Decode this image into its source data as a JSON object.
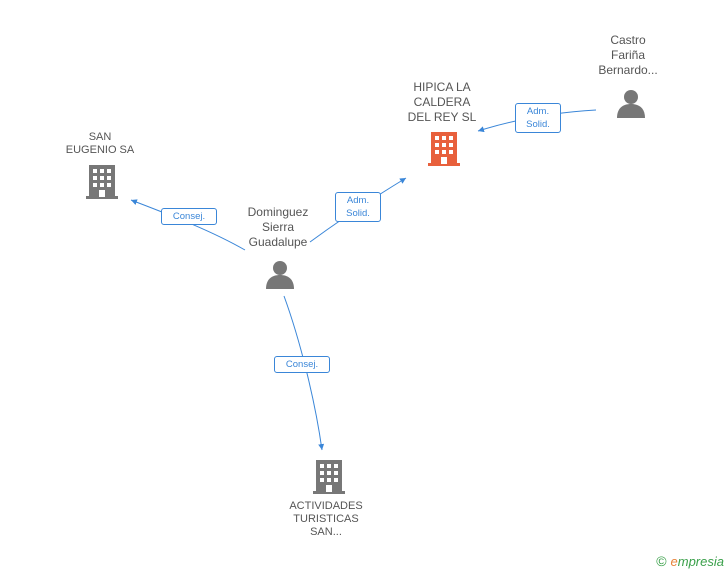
{
  "nodes": {
    "hipica": {
      "name": [
        "HIPICA LA",
        "CALDERA",
        "DEL REY SL"
      ],
      "type": "company",
      "color": "#e8603c"
    },
    "castro": {
      "name": [
        "Castro",
        "Fariña",
        "Bernardo..."
      ],
      "type": "person",
      "color": "#777777"
    },
    "san_eugenio": {
      "name": [
        "SAN",
        "EUGENIO SA"
      ],
      "type": "company",
      "color": "#777777"
    },
    "dominguez": {
      "name": [
        "Dominguez",
        "Sierra",
        "Guadalupe"
      ],
      "type": "person",
      "color": "#777777"
    },
    "actividades": {
      "name": [
        "ACTIVIDADES",
        "TURISTICAS",
        "SAN..."
      ],
      "type": "company",
      "color": "#777777"
    }
  },
  "edges": {
    "castro_hipica": [
      "Adm.",
      "Solid."
    ],
    "dominguez_hipica": [
      "Adm.",
      "Solid."
    ],
    "dominguez_san_eugenio": [
      "Consej."
    ],
    "dominguez_actividades": [
      "Consej."
    ]
  },
  "brand": {
    "copyright": "©",
    "name_first": "e",
    "name_rest": "mpresia"
  },
  "colors": {
    "edge": "#3a86d8",
    "accent": "#e8603c",
    "neutral": "#777777"
  }
}
